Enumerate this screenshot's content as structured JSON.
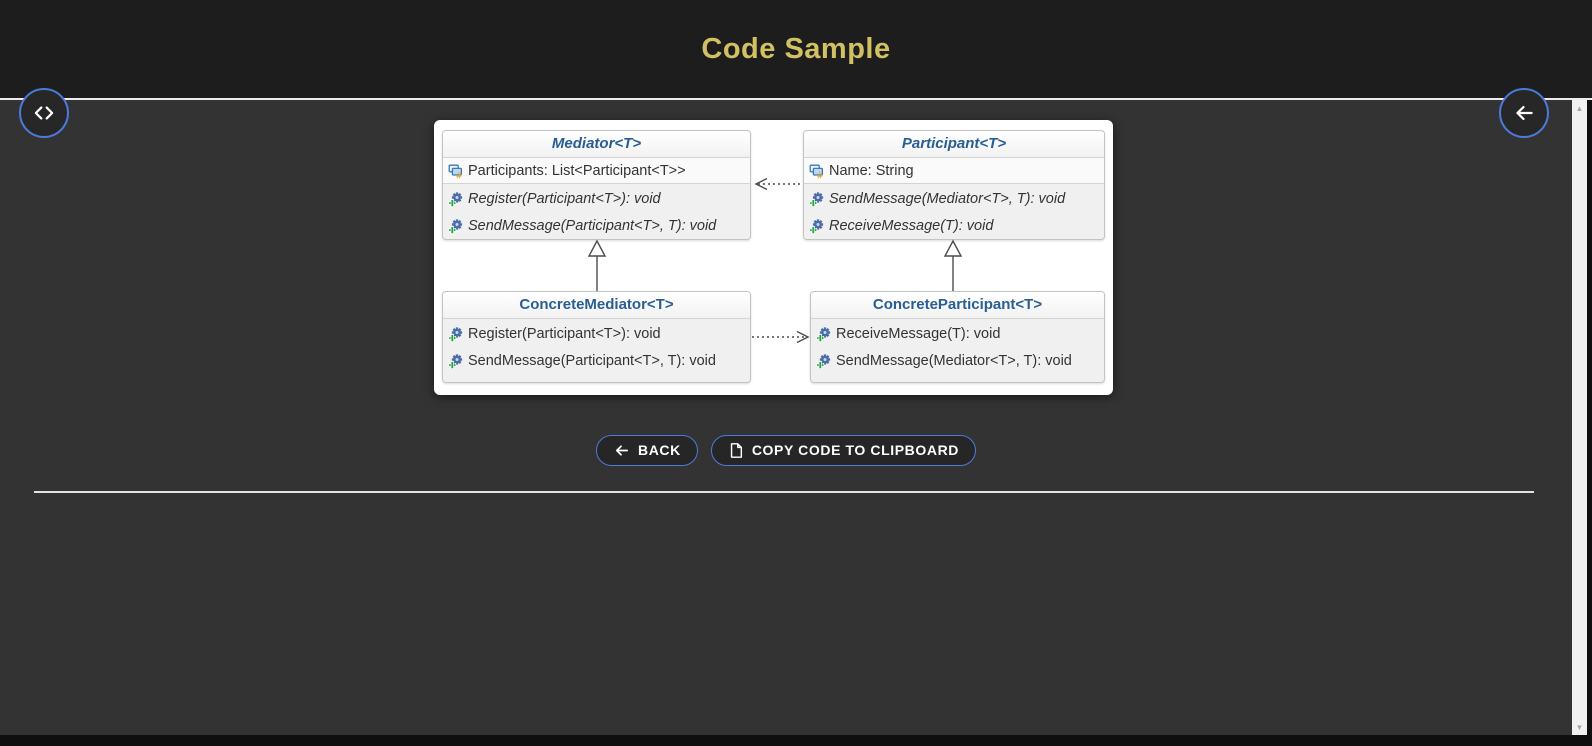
{
  "header": {
    "title": "Code Sample"
  },
  "colors": {
    "header_bg": "#1d1d1d",
    "body_bg": "#333333",
    "accent_gold": "#d2c163",
    "accent_blue": "#4b7bdc",
    "class_title_blue": "#295e92",
    "panel_bg": "#ffffff"
  },
  "icons": {
    "fab_left": "code-icon",
    "fab_right": "arrow-back-icon",
    "back_button": "arrow-left-icon",
    "copy_button": "file-icon",
    "field": "field-icon",
    "method": "method-icon"
  },
  "scrollbar": {
    "up_glyph": "▲",
    "down_glyph": "▼"
  },
  "diagram": {
    "classes": [
      {
        "name": "Mediator<T>",
        "stereotype": "interface",
        "fields": [
          "Participants: List<Participant<T>>"
        ],
        "methods": [
          "Register(Participant<T>): void",
          "SendMessage(Participant<T>, T): void"
        ]
      },
      {
        "name": "Participant<T>",
        "stereotype": "interface",
        "fields": [
          "Name: String"
        ],
        "methods": [
          "SendMessage(Mediator<T>, T): void",
          "ReceiveMessage(T): void"
        ]
      },
      {
        "name": "ConcreteMediator<T>",
        "stereotype": "class",
        "fields": [],
        "methods": [
          "Register(Participant<T>): void",
          "SendMessage(Participant<T>, T): void"
        ]
      },
      {
        "name": "ConcreteParticipant<T>",
        "stereotype": "class",
        "fields": [],
        "methods": [
          "ReceiveMessage(T): void",
          "SendMessage(Mediator<T>, T): void"
        ]
      }
    ],
    "relationships": [
      {
        "type": "realization",
        "from": "ConcreteMediator<T>",
        "to": "Mediator<T>"
      },
      {
        "type": "realization",
        "from": "ConcreteParticipant<T>",
        "to": "Participant<T>"
      },
      {
        "type": "dependency",
        "from": "Participant<T>",
        "to": "Mediator<T>"
      },
      {
        "type": "dependency",
        "from": "ConcreteMediator<T>",
        "to": "ConcreteParticipant<T>"
      }
    ]
  },
  "actions": {
    "back_label": "BACK",
    "copy_label": "COPY CODE TO CLIPBOARD"
  }
}
